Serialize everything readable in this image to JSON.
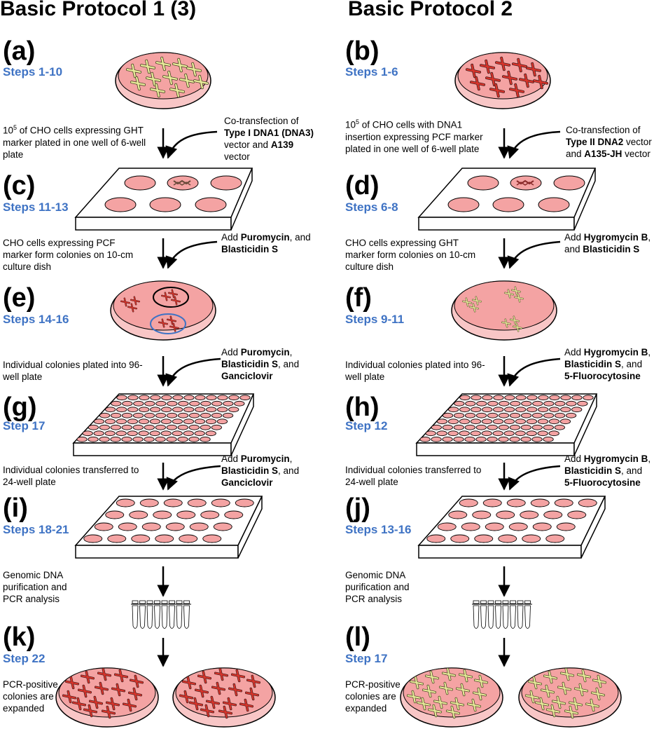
{
  "titles": {
    "left": "Basic Protocol 1 (3)",
    "right": "Basic Protocol 2"
  },
  "left": {
    "panels": [
      {
        "letter": "(a)",
        "steps": "Steps 1-10"
      },
      {
        "letter": "(c)",
        "steps": "Steps 11-13"
      },
      {
        "letter": "(e)",
        "steps": "Steps 14-16"
      },
      {
        "letter": "(g)",
        "steps": "Step 17"
      },
      {
        "letter": "(i)",
        "steps": "Steps 18-21"
      },
      {
        "letter": "(k)",
        "steps": "Step 22"
      }
    ],
    "descriptions": {
      "cells_sup": "5",
      "cells_rest": " of CHO cells expressing GHT marker plated in one well of 6-well plate",
      "colonies": "CHO cells expressing PCF marker form colonies on 10-cm culture dish",
      "individual_96": "Individual colonies plated into 96-well plate",
      "individual_24": "Individual colonies transferred to 24-well plate",
      "genomic": "Genomic DNA purification and PCR analysis",
      "positive": "PCR-positive colonies are expanded"
    },
    "additions": {
      "cotransfection_pre": "Co-transfection of",
      "dna_label": "Type I DNA1 (DNA3)",
      "vector_word": "vector and",
      "second_vector": "A139",
      "vector_end": "vector",
      "drug_1": "Puromycin",
      "drug_2": "Blasticidin S",
      "drug_3": "Ganciclovir"
    }
  },
  "right": {
    "panels": [
      {
        "letter": "(b)",
        "steps": "Steps 1-6"
      },
      {
        "letter": "(d)",
        "steps": "Steps 6-8"
      },
      {
        "letter": "(f)",
        "steps": "Steps 9-11"
      },
      {
        "letter": "(h)",
        "steps": "Step 12"
      },
      {
        "letter": "(j)",
        "steps": "Steps 13-16"
      },
      {
        "letter": "(l)",
        "steps": "Step 17"
      }
    ],
    "descriptions": {
      "cells_sup": "5",
      "cells_rest": " of CHO cells with DNA1 insertion expressing PCF marker plated in one well of 6-well plate",
      "colonies": "CHO cells expressing GHT marker form colonies on 10-cm culture dish",
      "individual_96": "Individual colonies plated into 96-well plate",
      "individual_24": "Individual colonies transferred to 24-well plate",
      "genomic": "Genomic DNA purification and PCR analysis",
      "positive": "PCR-positive colonies are expanded"
    },
    "additions": {
      "cotransfection_pre": "Co-transfection of",
      "dna_label": "Type II DNA2",
      "vector_word": "vector and",
      "second_vector": "A135-JH",
      "vector_end": "vector",
      "drug_1": "Hygromycin B",
      "drug_2": "Blasticidin S",
      "drug_3": "5-Fluorocytosine"
    }
  },
  "common": {
    "add_word": "Add",
    "and_word": "and",
    "ten": "10"
  },
  "colors": {
    "step_blue": "#3f73c4",
    "dish_fill": "#f4a3a3",
    "dish_rim": "#f8c6c6",
    "red_cell": "#d9342b",
    "yellow_cell": "#e8eb9a"
  }
}
